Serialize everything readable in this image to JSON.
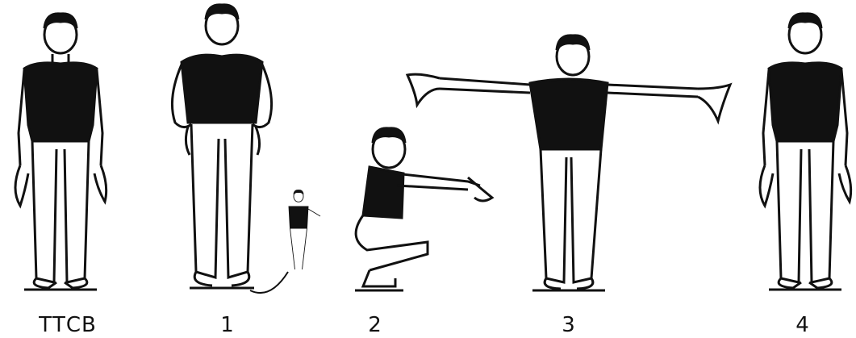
{
  "labels": {
    "start": "ТТСВ",
    "step1": "1",
    "step2": "2",
    "step3": "3",
    "step4": "4"
  },
  "colors": {
    "ink": "#111111",
    "paper": "#ffffff"
  }
}
